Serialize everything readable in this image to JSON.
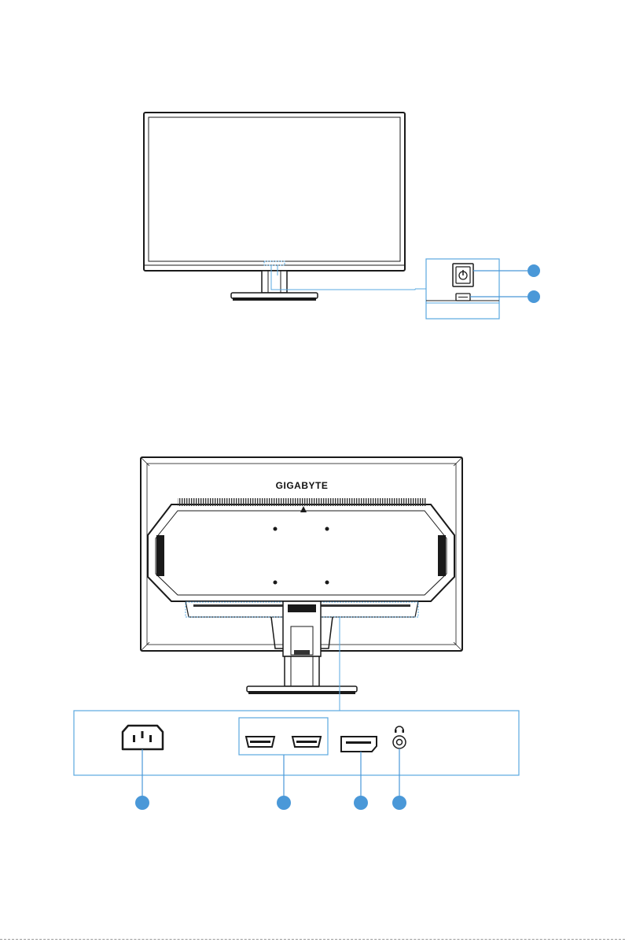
{
  "brand": {
    "logo_text": "GIGABYTE"
  },
  "colors": {
    "accent": "#5aa8e0",
    "callout": "#4a98d8",
    "outline": "#1a1a1a",
    "bezel_fill": "#ffffff",
    "dark": "#222222"
  },
  "front_view": {
    "callouts": [
      {
        "part": "power-button"
      },
      {
        "part": "power-indicator"
      }
    ]
  },
  "rear_view": {
    "ports": [
      {
        "icon": "ac-power-socket-icon"
      },
      {
        "icon": "hdmi-port-icon",
        "count": 2
      },
      {
        "icon": "displayport-icon"
      },
      {
        "icon": "headphone-jack-icon"
      }
    ]
  }
}
